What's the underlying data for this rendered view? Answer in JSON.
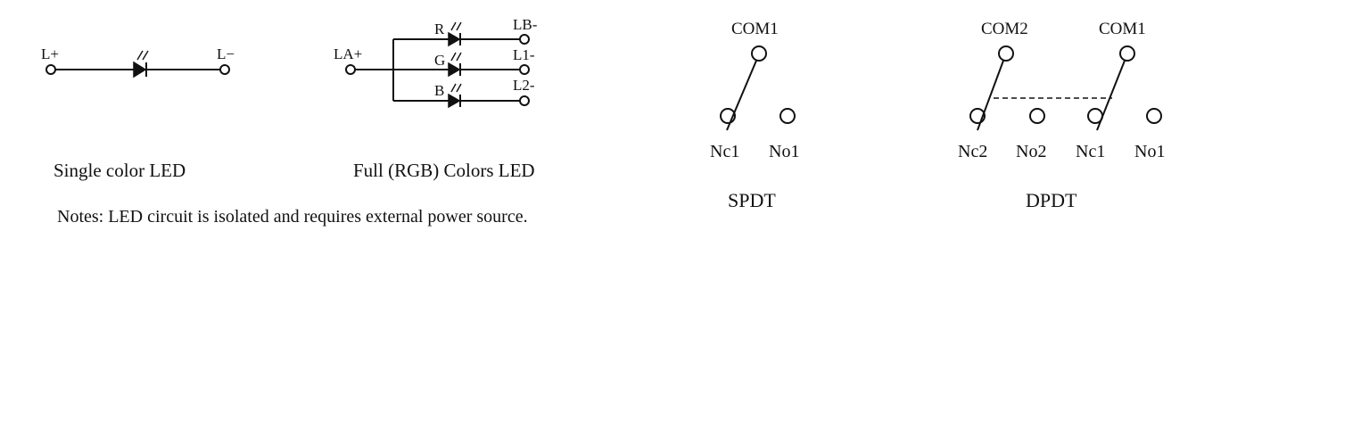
{
  "single_led": {
    "plus_label": "L+",
    "minus_label": "L−",
    "caption": "Single color LED"
  },
  "rgb_led": {
    "plus_label": "LA+",
    "r_label": "R",
    "g_label": "G",
    "b_label": "B",
    "lb_label": "LB-",
    "l1_label": "L1-",
    "l2_label": "L2-",
    "caption": "Full (RGB) Colors LED"
  },
  "note": "Notes: LED circuit is isolated and requires external power source.",
  "spdt": {
    "com_label": "COM1",
    "nc_label": "Nc1",
    "no_label": "No1",
    "caption": "SPDT"
  },
  "dpdt": {
    "com2_label": "COM2",
    "com1_label": "COM1",
    "nc2_label": "Nc2",
    "no2_label": "No2",
    "nc1_label": "Nc1",
    "no1_label": "No1",
    "caption": "DPDT"
  }
}
